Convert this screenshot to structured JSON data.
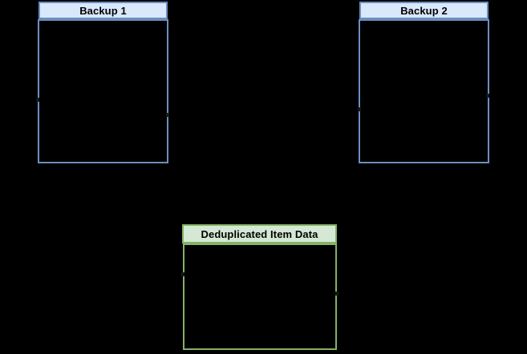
{
  "diagram": {
    "background_color": "#000000",
    "text_color": "#000000",
    "boxes": [
      {
        "id": "backup-1",
        "label": "Backup 1",
        "header_fill": "#dae8fc",
        "border_color": "#6c8ebf",
        "body_fill": "transparent",
        "connector_stubs": [
          "left-edge",
          "right-edge"
        ]
      },
      {
        "id": "backup-2",
        "label": "Backup 2",
        "header_fill": "#dae8fc",
        "border_color": "#6c8ebf",
        "body_fill": "transparent",
        "connector_stubs": [
          "left-edge",
          "right-edge"
        ]
      },
      {
        "id": "deduplicated-item-data",
        "label": "Deduplicated Item Data",
        "header_fill": "#d5e8d4",
        "border_color": "#82b366",
        "body_fill": "transparent",
        "connector_stubs": [
          "left-edge",
          "right-edge"
        ]
      }
    ]
  }
}
